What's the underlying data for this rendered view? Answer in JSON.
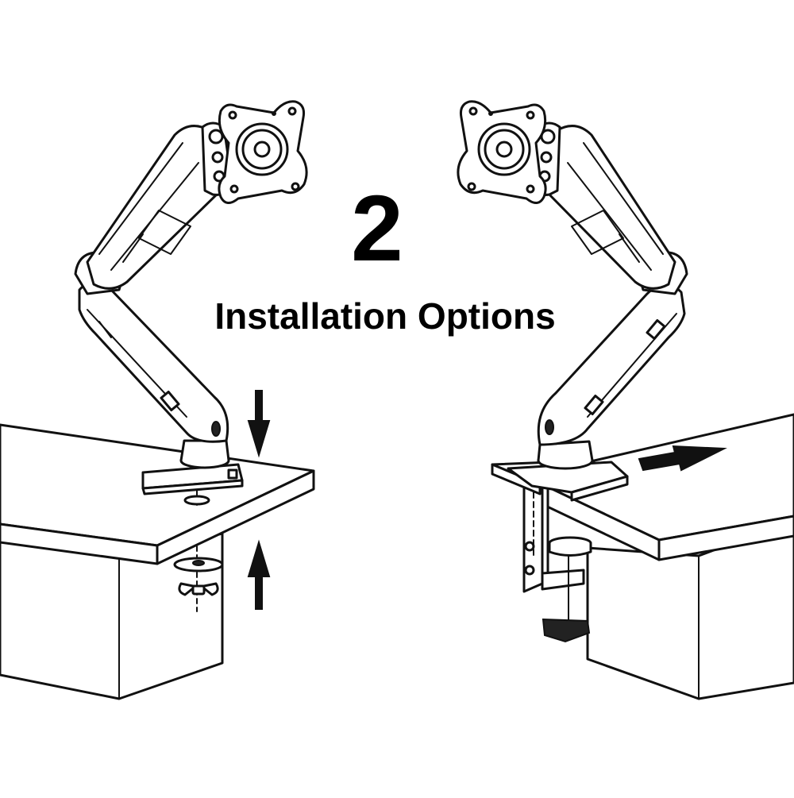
{
  "headline": {
    "number": "2",
    "text": "Installation Options"
  },
  "illustrations": {
    "left": {
      "desk": "desk-left",
      "method": "grommet-mount"
    },
    "right": {
      "desk": "desk-right",
      "method": "clamp-mount"
    }
  },
  "icons": {
    "arrow_down": "arrow-down-icon",
    "arrow_up": "arrow-up-icon",
    "arrow_right": "arrow-right-icon"
  },
  "colors": {
    "line": "#111111",
    "background": "#ffffff"
  }
}
